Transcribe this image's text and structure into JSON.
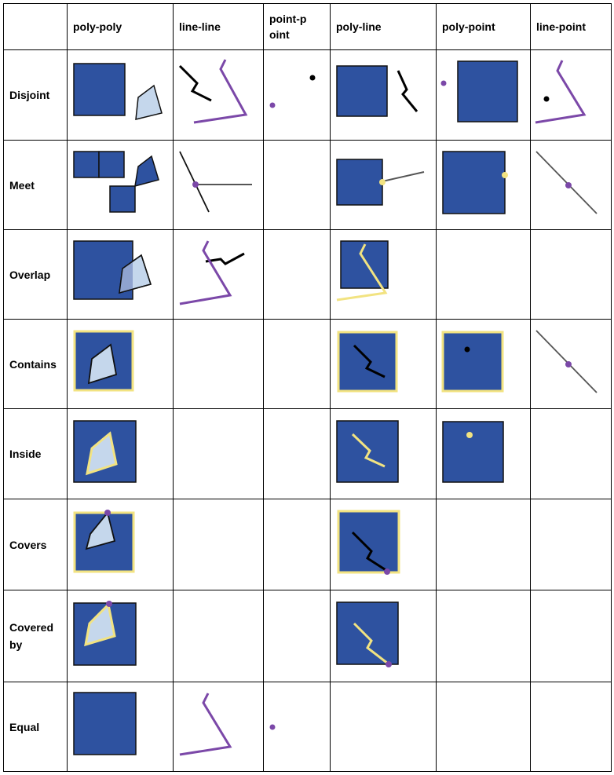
{
  "colors": {
    "polygon_fill": "#2E52A0",
    "light_polygon_fill": "#C5D7EC",
    "overlap_fill": "#8FA3CF",
    "highlight_yellow": "#F2E381",
    "line_purple": "#7B48A8",
    "line_black": "#000000",
    "line_gray": "#444444",
    "grid_border": "#000000"
  },
  "table": {
    "header": {
      "corner": "",
      "columns": [
        "poly-poly",
        "line-line",
        "point-point",
        "poly-line",
        "poly-point",
        "line-point"
      ]
    },
    "rows": [
      {
        "label": "Disjoint",
        "cells": [
          "disjoint polygons",
          "disjoint lines",
          "disjoint points",
          "polygon and separate line",
          "point outside polygon",
          "point off line"
        ]
      },
      {
        "label": "Meet",
        "cells": [
          "polygons touching at edge and corner",
          "line endpoint on other line",
          "",
          "line endpoint on polygon edge",
          "point on polygon edge",
          "point on line"
        ]
      },
      {
        "label": "Overlap",
        "cells": [
          "partially overlapping polygons",
          "crossing lines",
          "",
          "line crossing polygon boundary",
          "",
          ""
        ]
      },
      {
        "label": "Contains",
        "cells": [
          "polygon containing polygon",
          "",
          "",
          "polygon containing line",
          "polygon containing point",
          "line containing point"
        ]
      },
      {
        "label": "Inside",
        "cells": [
          "polygon inside polygon",
          "",
          "",
          "line inside polygon",
          "point inside polygon",
          ""
        ]
      },
      {
        "label": "Covers",
        "cells": [
          "polygon covering polygon touching boundary",
          "",
          "",
          "polygon covering line touching boundary",
          "",
          ""
        ]
      },
      {
        "label": "Covered by",
        "cells": [
          "polygon covered by polygon touching boundary",
          "",
          "",
          "line covered by polygon touching boundary",
          "",
          ""
        ]
      },
      {
        "label": "Equal",
        "cells": [
          "equal polygons",
          "equal lines",
          "equal points",
          "",
          "",
          ""
        ]
      }
    ]
  }
}
